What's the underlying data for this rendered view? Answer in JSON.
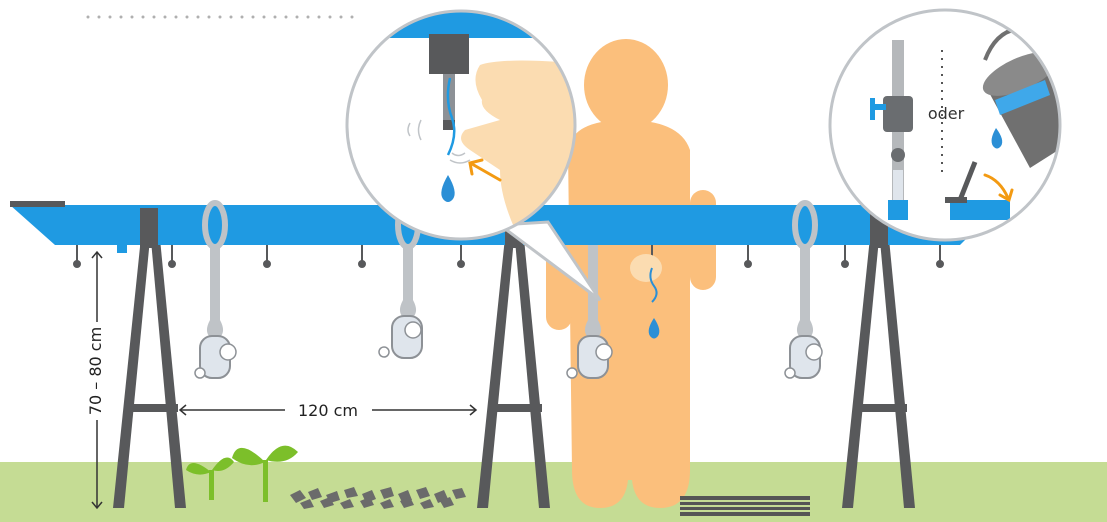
{
  "labels": {
    "width": "120 cm",
    "height": "70 – 80 cm",
    "or": "oder"
  },
  "colors": {
    "pipe": "#1f9ae2",
    "pipe_dark": "#1279b8",
    "stand": "#58595b",
    "person": "#fbbf7c",
    "hand": "#fbdcb1",
    "ground": "#c5dc94",
    "soap": "#c7cbd0",
    "drop": "#2b8fd6",
    "arrow": "#f39a12",
    "valve": "#1f9ae2",
    "bucket": "#707070",
    "sprout": "#7cbf2a"
  },
  "icons": [
    "dotted-line-icon",
    "pipe-icon",
    "stand-icon",
    "soap-bar-icon",
    "person-icon",
    "hand-icon",
    "faucet-icon",
    "water-drop-icon",
    "valve-icon",
    "bucket-icon",
    "sprout-icon",
    "gravel-icon",
    "drain-grate-icon"
  ]
}
